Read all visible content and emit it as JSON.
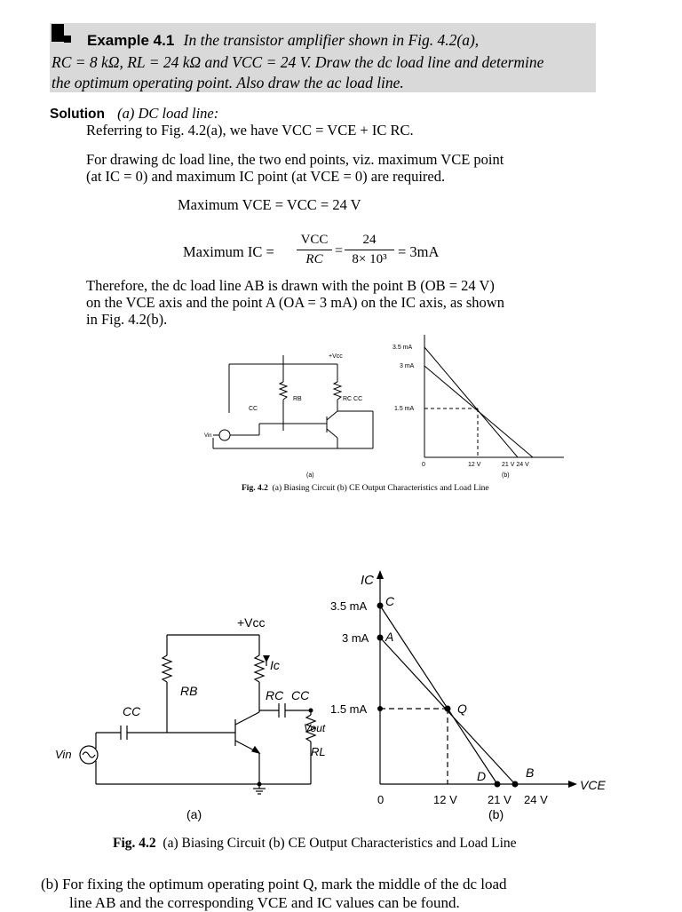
{
  "example": {
    "label": "Example 4.1",
    "line1": "In the transistor amplifier shown in Fig. 4.2(a),",
    "line2": "RC = 8 kΩ, RL = 24 kΩ and VCC = 24 V. Draw the dc load line and determine",
    "line3": "the optimum operating point. Also draw the ac load line."
  },
  "solution": {
    "label": "Solution",
    "part_a": "(a) DC load line:",
    "ref_line": "Referring to Fig. 4.2(a), we have VCC = VCE + IC RC.",
    "para1_line1": "For drawing dc load line, the two end points, viz. maximum VCE point",
    "para1_line2": "(at IC = 0) and maximum IC point (at VCE = 0) are required.",
    "eq1": "Maximum VCE = VCC = 24 V",
    "eq2_lhs": "Maximum IC =",
    "eq2_frac1_num": "VCC",
    "eq2_frac1_den": "RC",
    "eq2_frac2_num": "24",
    "eq2_frac2_den": "8× 10³",
    "eq2_result": "= 3mA",
    "para2_line1": "Therefore, the dc load line AB is drawn with the point B (OB = 24 V)",
    "para2_line2": "on the VCE axis and the point A (OA = 3 mA) on the IC axis, as shown",
    "para2_line3": "in Fig. 4.2(b)."
  },
  "figure": {
    "circuit": {
      "vcc": "+Vcc",
      "ic": "Ic",
      "rb": "RB",
      "rc": "RC",
      "cc_in": "CC",
      "cc_out": "CC",
      "vout": "Vout",
      "rl": "RL",
      "vin": "Vin",
      "sublabel": "(a)"
    },
    "graph": {
      "y_axis": "IC",
      "x_axis": "VCE",
      "origin": "0",
      "y_ticks": [
        "3.5 mA",
        "3 mA",
        "1.5 mA"
      ],
      "x_ticks": [
        "12 V",
        "21 V",
        "24 V"
      ],
      "points": [
        "C",
        "A",
        "Q",
        "D",
        "B"
      ],
      "sublabel": "(b)"
    },
    "caption_num": "Fig. 4.2",
    "caption_text": "(a) Biasing Circuit (b) CE Output Characteristics and Load Line"
  },
  "part_b": {
    "line1": "(b) For fixing the optimum operating point Q, mark the middle of the dc load",
    "line2": "line AB and the corresponding VCE and IC values can be found."
  },
  "chart_data": {
    "type": "line",
    "xlabel": "VCE",
    "ylabel": "IC",
    "x_unit": "V",
    "y_unit": "mA",
    "series": [
      {
        "name": "AB",
        "points": [
          [
            0,
            3
          ],
          [
            24,
            0
          ]
        ]
      },
      {
        "name": "CD",
        "points": [
          [
            0,
            3.5
          ],
          [
            21,
            0
          ]
        ]
      }
    ],
    "operating_point": {
      "label": "Q",
      "x": 12,
      "y": 1.5
    }
  }
}
